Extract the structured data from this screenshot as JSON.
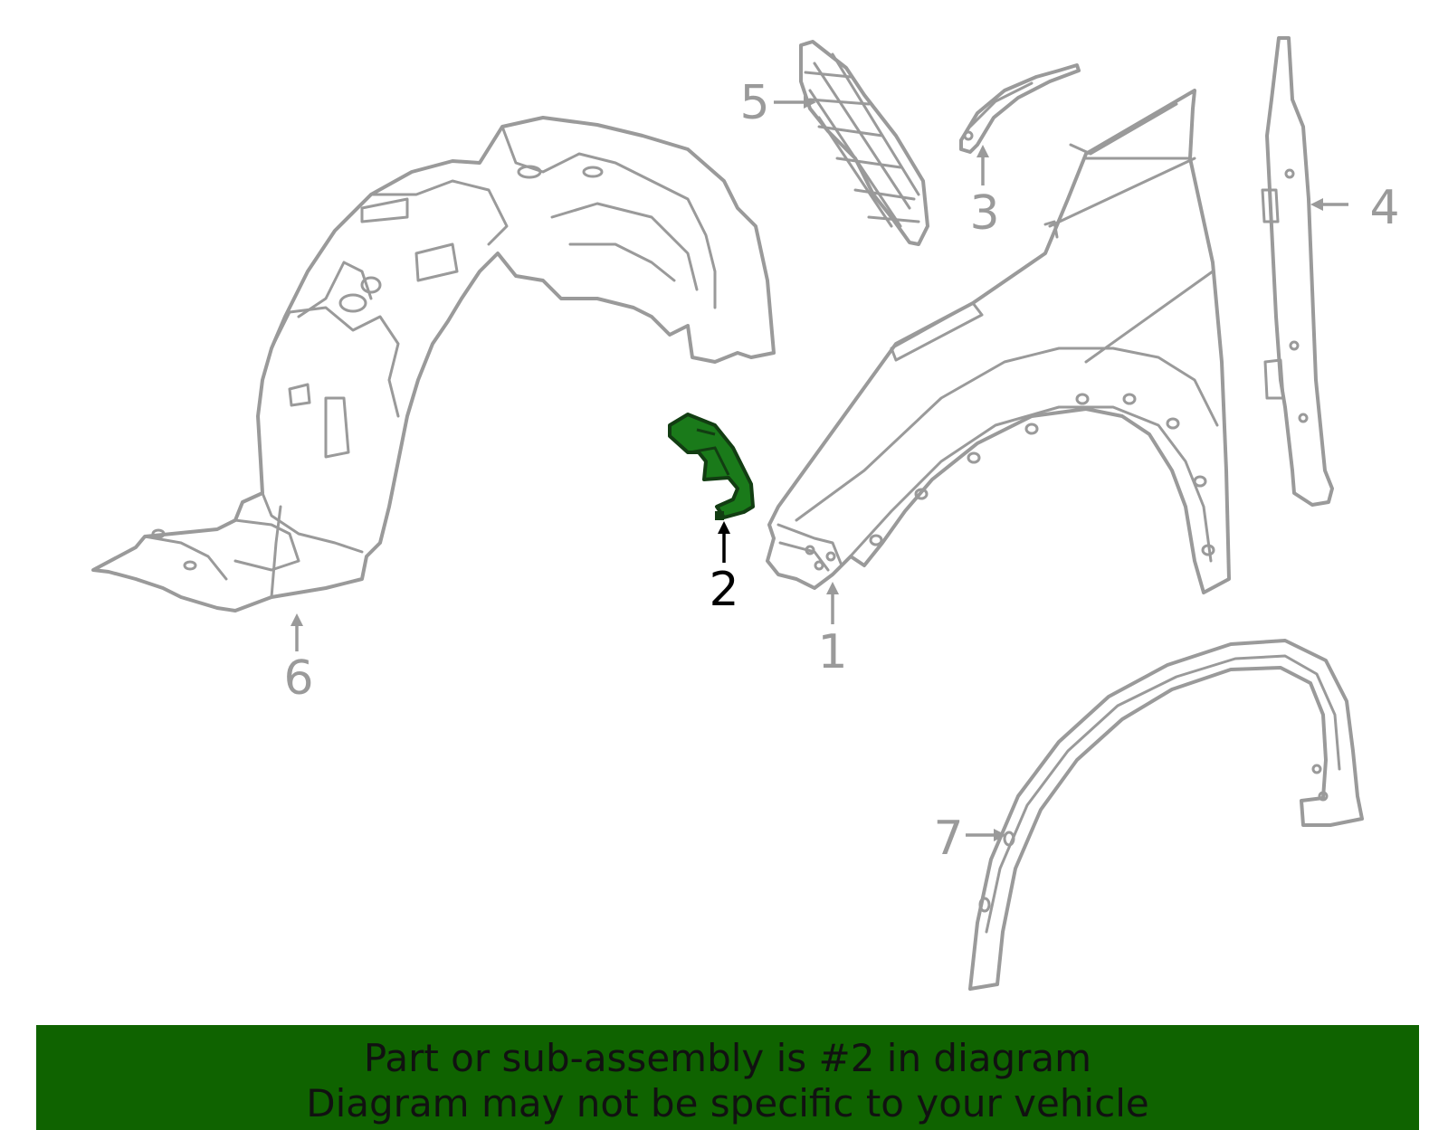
{
  "diagram": {
    "callouts": [
      {
        "id": "1",
        "label": "1"
      },
      {
        "id": "2",
        "label": "2"
      },
      {
        "id": "3",
        "label": "3"
      },
      {
        "id": "4",
        "label": "4"
      },
      {
        "id": "5",
        "label": "5"
      },
      {
        "id": "6",
        "label": "6"
      },
      {
        "id": "7",
        "label": "7"
      }
    ],
    "highlighted_part": "2",
    "colors": {
      "outline": "#9a9a9a",
      "highlight_fill": "#1a7a1a",
      "highlight_stroke": "#123d12",
      "callout_text": "#9a9a9a",
      "highlight_text": "#000000",
      "banner_bg": "#0f6300"
    }
  },
  "banner": {
    "line1": "Part or sub-assembly is #2 in diagram",
    "line2": "Diagram may not be specific to your vehicle"
  }
}
